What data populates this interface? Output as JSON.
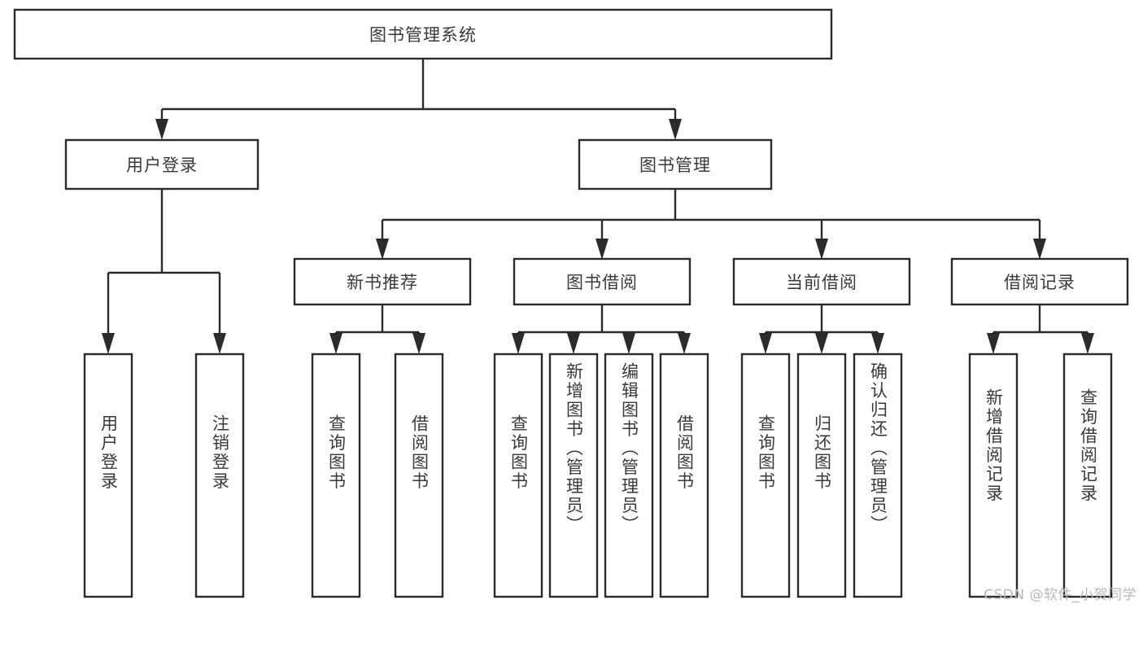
{
  "diagram": {
    "title": "图书管理系统",
    "type": "tree",
    "orientation": "top-down",
    "colors": {
      "background": "#ffffff",
      "box_fill": "#ffffff",
      "box_stroke": "#2b2b2b",
      "connector": "#2b2b2b",
      "text": "#3a3a3a",
      "watermark": "#b9b9b9"
    },
    "levels": {
      "root": "图书管理系统",
      "level1": [
        "用户登录",
        "图书管理"
      ],
      "level2": [
        "新书推荐",
        "图书借阅",
        "当前借阅",
        "借阅记录"
      ]
    }
  },
  "nodes": {
    "root": {
      "label": "图书管理系统",
      "orientation": "horizontal"
    },
    "user_login": {
      "label": "用户登录",
      "orientation": "horizontal"
    },
    "book_mgmt": {
      "label": "图书管理",
      "orientation": "horizontal"
    },
    "new_book_rec": {
      "label": "新书推荐",
      "orientation": "horizontal"
    },
    "book_borrow": {
      "label": "图书借阅",
      "orientation": "horizontal"
    },
    "current_borrow": {
      "label": "当前借阅",
      "orientation": "horizontal"
    },
    "borrow_record": {
      "label": "借阅记录",
      "orientation": "horizontal"
    },
    "leaf_user_login": {
      "label": "用户登录",
      "orientation": "vertical"
    },
    "leaf_logout": {
      "label": "注销登录",
      "orientation": "vertical"
    },
    "leaf_query_book_1": {
      "label": "查询图书",
      "orientation": "vertical"
    },
    "leaf_borrow_book_1": {
      "label": "借阅图书",
      "orientation": "vertical"
    },
    "leaf_query_book_2": {
      "label": "查询图书",
      "orientation": "vertical"
    },
    "leaf_add_book_admin": {
      "label": "新增图书（管理员）",
      "orientation": "vertical"
    },
    "leaf_edit_book_admin": {
      "label": "编辑图书（管理员）",
      "orientation": "vertical"
    },
    "leaf_borrow_book_2": {
      "label": "借阅图书",
      "orientation": "vertical"
    },
    "leaf_query_book_3": {
      "label": "查询图书",
      "orientation": "vertical"
    },
    "leaf_return_book": {
      "label": "归还图书",
      "orientation": "vertical"
    },
    "leaf_confirm_return_admin": {
      "label": "确认归还（管理员）",
      "orientation": "vertical"
    },
    "leaf_add_borrow_record": {
      "label": "新增借阅记录",
      "orientation": "vertical"
    },
    "leaf_query_borrow_record": {
      "label": "查询借阅记录",
      "orientation": "vertical"
    }
  },
  "tree": {
    "label": "图书管理系统",
    "children": [
      {
        "label": "用户登录",
        "children": [
          {
            "label": "用户登录"
          },
          {
            "label": "注销登录"
          }
        ]
      },
      {
        "label": "图书管理",
        "children": [
          {
            "label": "新书推荐",
            "children": [
              {
                "label": "查询图书"
              },
              {
                "label": "借阅图书"
              }
            ]
          },
          {
            "label": "图书借阅",
            "children": [
              {
                "label": "查询图书"
              },
              {
                "label": "新增图书（管理员）"
              },
              {
                "label": "编辑图书（管理员）"
              },
              {
                "label": "借阅图书"
              }
            ]
          },
          {
            "label": "当前借阅",
            "children": [
              {
                "label": "查询图书"
              },
              {
                "label": "归还图书"
              },
              {
                "label": "确认归还（管理员）"
              }
            ]
          },
          {
            "label": "借阅记录",
            "children": [
              {
                "label": "新增借阅记录"
              },
              {
                "label": "查询借阅记录"
              }
            ]
          }
        ]
      }
    ]
  },
  "watermark": {
    "text": "CSDN @软件_小贺同学"
  }
}
